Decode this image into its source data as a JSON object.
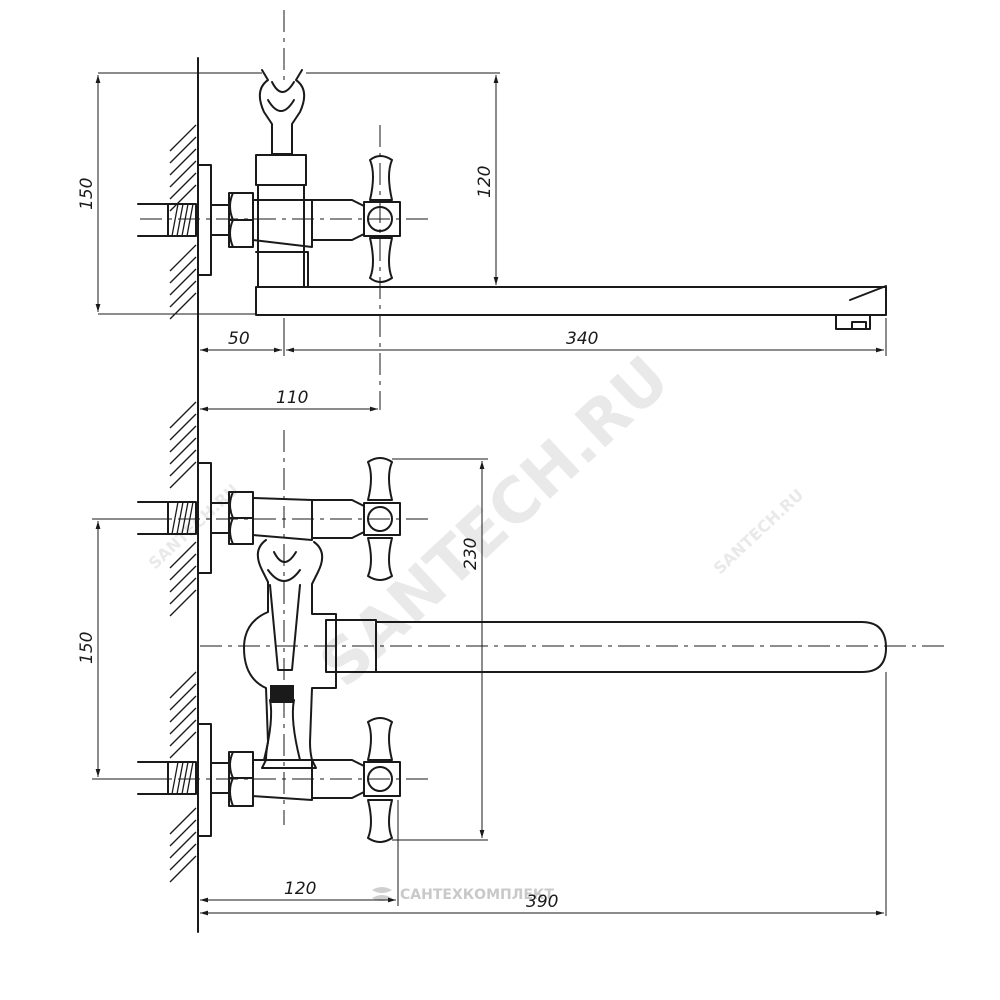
{
  "dimensions": {
    "top_height_total": "150",
    "top_spout_height": "120",
    "top_wall_offset": "50",
    "top_spout_length": "340",
    "mid_handle_offset": "110",
    "front_height_total": "230",
    "front_inlet_spacing": "150",
    "bottom_handle_offset": "120",
    "bottom_total_length": "390"
  },
  "watermarks": {
    "main": "SANTECH.RU",
    "small_right": "SANTECH.RU",
    "small_left": "SANTECH.RU",
    "bottom_logo": "САНТЕХКОМПЛЕКТ"
  }
}
